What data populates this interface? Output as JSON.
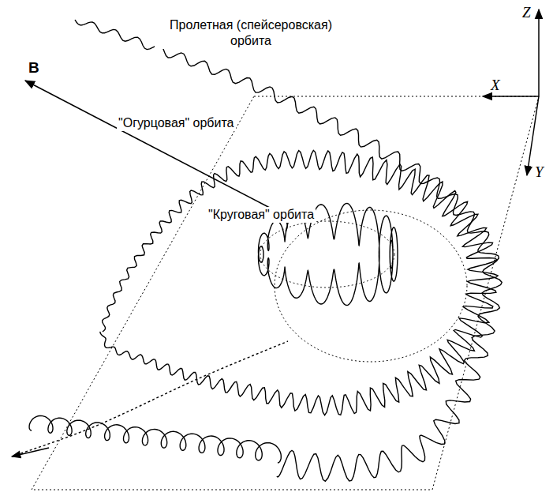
{
  "diagram": {
    "labels": [
      "Пролетная (спейсеровская) орбита",
      "\"Огурцовая\" орбита",
      "\"Круговая\" орбита",
      "B",
      "Z",
      "X",
      "Y"
    ]
  }
}
